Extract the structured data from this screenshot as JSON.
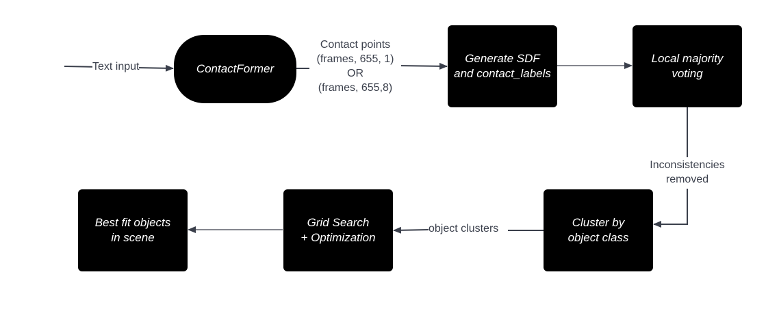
{
  "diagram": {
    "nodes": {
      "contactformer": "ContactFormer",
      "generate_sdf": "Generate SDF\nand contact_labels",
      "local_voting": "Local majority\nvoting",
      "cluster": "Cluster by\nobject class",
      "grid_search": "Grid Search\n+ Optimization",
      "best_fit": "Best fit objects\nin scene"
    },
    "edge_labels": {
      "text_input": "Text input",
      "contact_points": "Contact points\n(frames, 655, 1)\nOR\n(frames, 655,8)",
      "inconsistencies": "Inconsistencies\nremoved",
      "object_clusters": "object clusters"
    }
  }
}
